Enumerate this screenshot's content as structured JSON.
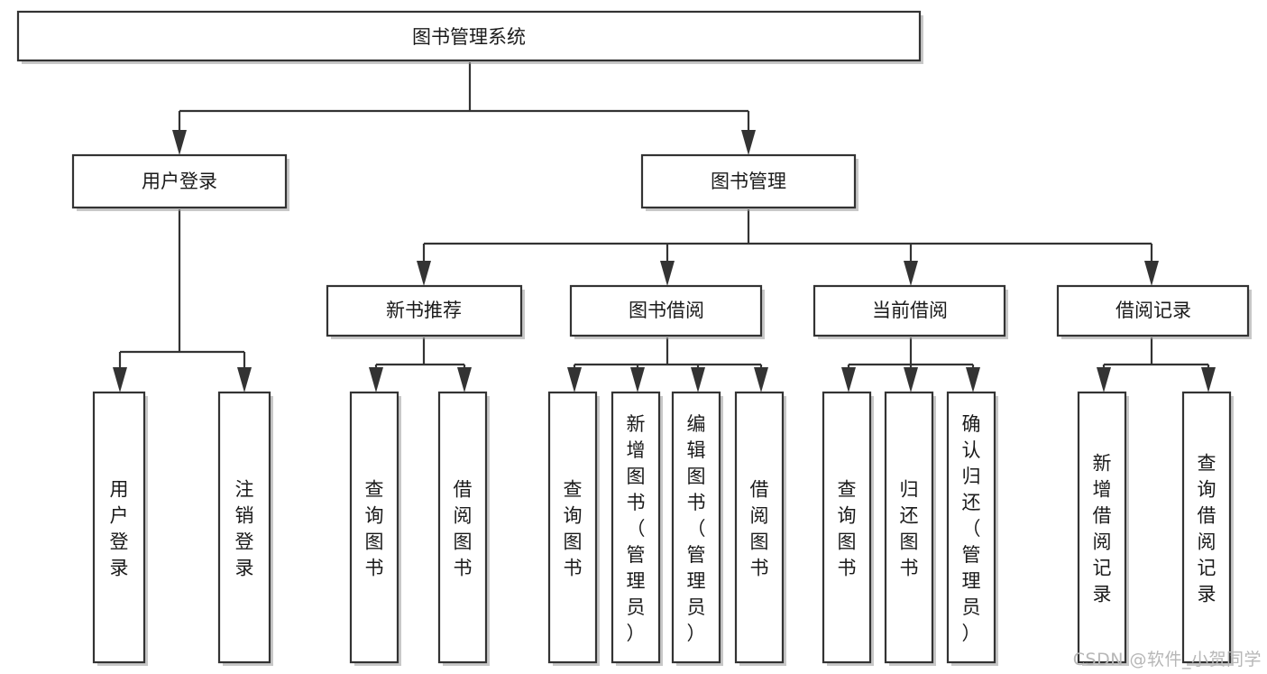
{
  "diagram": {
    "type": "tree-hierarchy",
    "title": "图书管理系统",
    "watermark": "CSDN @软件_小贺同学",
    "colors": {
      "box_stroke": "#333333",
      "box_fill": "#ffffff",
      "text": "#1a1a1a",
      "shadow": "#9a9a9a",
      "watermark": "#b7b7b7",
      "background": "#ffffff"
    },
    "levels": {
      "level1": [
        {
          "id": "root",
          "label": "图书管理系统"
        }
      ],
      "level2": [
        {
          "id": "user-login",
          "label": "用户登录",
          "parent": "root"
        },
        {
          "id": "book-manage",
          "label": "图书管理",
          "parent": "root"
        }
      ],
      "level3": [
        {
          "id": "new-book-recommend",
          "label": "新书推荐",
          "parent": "book-manage"
        },
        {
          "id": "book-borrow",
          "label": "图书借阅",
          "parent": "book-manage"
        },
        {
          "id": "current-borrow",
          "label": "当前借阅",
          "parent": "book-manage"
        },
        {
          "id": "borrow-record",
          "label": "借阅记录",
          "parent": "book-manage"
        }
      ],
      "leaves": [
        {
          "id": "leaf-user-login",
          "label": "用户登录",
          "parent": "user-login"
        },
        {
          "id": "leaf-logout-login",
          "label": "注销登录",
          "parent": "user-login"
        },
        {
          "id": "leaf-query-book-1",
          "label": "查询图书",
          "parent": "new-book-recommend"
        },
        {
          "id": "leaf-borrow-book-1",
          "label": "借阅图书",
          "parent": "new-book-recommend"
        },
        {
          "id": "leaf-query-book-2",
          "label": "查询图书",
          "parent": "book-borrow"
        },
        {
          "id": "leaf-add-book",
          "label": "新增图书（管理员）",
          "parent": "book-borrow"
        },
        {
          "id": "leaf-edit-book",
          "label": "编辑图书（管理员）",
          "parent": "book-borrow"
        },
        {
          "id": "leaf-borrow-book-2",
          "label": "借阅图书",
          "parent": "book-borrow"
        },
        {
          "id": "leaf-query-book-3",
          "label": "查询图书",
          "parent": "current-borrow"
        },
        {
          "id": "leaf-return-book",
          "label": "归还图书",
          "parent": "current-borrow"
        },
        {
          "id": "leaf-confirm-return",
          "label": "确认归还（管理员）",
          "parent": "current-borrow"
        },
        {
          "id": "leaf-add-record",
          "label": "新增借阅记录",
          "parent": "borrow-record"
        },
        {
          "id": "leaf-query-record",
          "label": "查询借阅记录",
          "parent": "borrow-record"
        }
      ]
    }
  }
}
